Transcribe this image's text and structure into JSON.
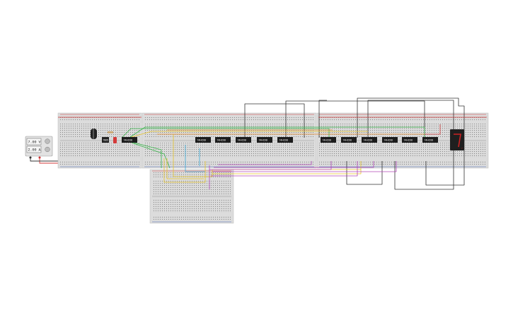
{
  "power_supply": {
    "voltage": "7.00 V",
    "current": "2.00 A"
  },
  "regulator": {
    "label": "7805"
  },
  "chips": [
    {
      "label": "74HC08"
    },
    {
      "label": "74HC08"
    },
    {
      "label": "74HC08"
    },
    {
      "label": "74HC08"
    },
    {
      "label": "74HC08"
    },
    {
      "label": "74HC08"
    },
    {
      "label": "74HC08"
    },
    {
      "label": "74HC08"
    },
    {
      "label": "74HC08"
    },
    {
      "label": "74HC08"
    },
    {
      "label": "74HC08"
    },
    {
      "label": "74HC08"
    }
  ],
  "display": {
    "digit": "7"
  },
  "colors": {
    "breadboard": "#dcdcdc",
    "rail_red": "#d33a3a",
    "rail_blue": "#4a6fb8",
    "chip": "#1c1c1c",
    "wire_black": "#333333",
    "wire_yellow": "#e6c42a",
    "wire_green": "#39b54a",
    "wire_magenta": "#b247b9",
    "wire_cyan": "#3aa9d9",
    "wire_orange": "#e88b2a",
    "wire_red": "#d33a3a"
  }
}
